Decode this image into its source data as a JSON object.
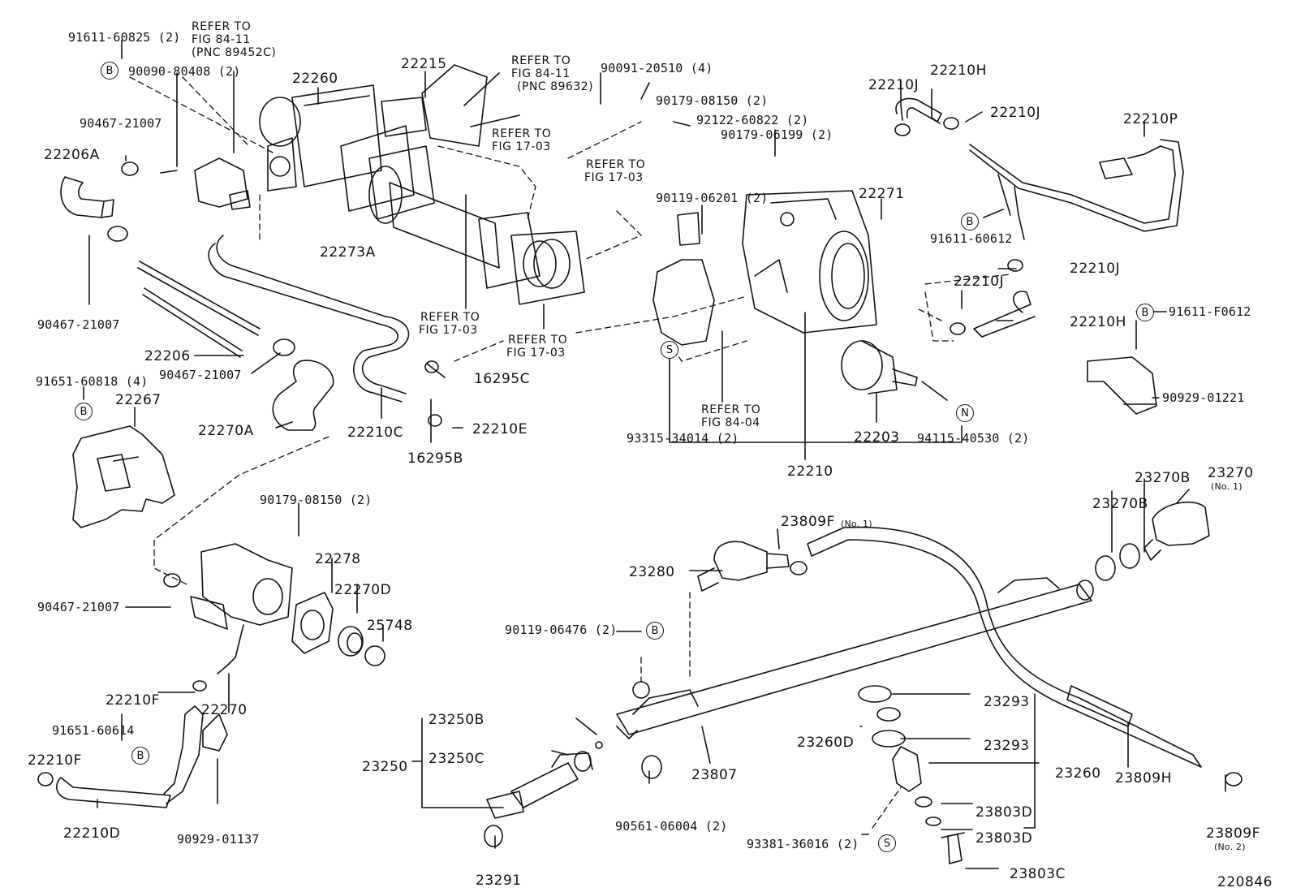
{
  "diagram_id": "220846",
  "labels": {
    "p91611_60825": "91611-60825 (2)",
    "refer_84_11_a": "REFER TO",
    "refer_84_11_a2": "FIG 84-11",
    "refer_84_11_a3": "(PNC 89452C)",
    "p90090": "90090-80408 (2)",
    "p22260": "22260",
    "p22215": "22215",
    "refer_84_11_b": "REFER TO",
    "refer_84_11_b2": "FIG 84-11",
    "refer_84_11_b3": "(PNC 89632)",
    "p90091": "90091-20510 (4)",
    "p90179_08150_top": "90179-08150 (2)",
    "p92122": "92122-60822 (2)",
    "p90179_06199": "90179-06199 (2)",
    "refer_17_03_a": "REFER TO",
    "refer_17_03_a2": "FIG 17-03",
    "refer_17_03_b": "REFER TO",
    "refer_17_03_b2": "FIG 17-03",
    "p22210J_a": "22210J",
    "p22210H_top": "22210H",
    "p22210J_b": "22210J",
    "p22210P": "22210P",
    "p90467_a": "90467-21007",
    "p22206A": "22206A",
    "p22273A": "22273A",
    "p90119_06201": "90119-06201 (2)",
    "p22271": "22271",
    "p91611_60612": "91611-60612",
    "p22210J_c": "22210J",
    "p22210J_d": "22210J",
    "p22210H_b": "22210H",
    "p91611_F0612": "91611-F0612",
    "p90467_b": "90467-21007",
    "refer_17_03_c": "REFER TO",
    "refer_17_03_c2": "FIG 17-03",
    "refer_17_03_d": "REFER TO",
    "refer_17_03_d2": "FIG 17-03",
    "p22206": "22206",
    "p90467_c": "90467-21007",
    "p16295C": "16295C",
    "p91651_60818": "91651-60818 (4)",
    "p22267": "22267",
    "p22270A": "22270A",
    "p22210C": "22210C",
    "p22210E": "22210E",
    "p16295B": "16295B",
    "refer_84_04": "REFER TO",
    "refer_84_04b": "FIG 84-04",
    "p93315": "93315-34014 (2)",
    "p22203": "22203",
    "p94115": "94115-40530 (2)",
    "p90929_01221": "90929-01221",
    "p22210": "22210",
    "p90179_08150_b": "90179-08150 (2)",
    "p22278": "22278",
    "p22270D": "22270D",
    "p25748": "25748",
    "p90467_d": "90467-21007",
    "p23809F_1": "23809F",
    "p23809F_1n": "(No. 1)",
    "p23280": "23280",
    "p23270B_a": "23270B",
    "p23270B_b": "23270B",
    "p23270": "23270",
    "p23270n": "(No. 1)",
    "p90119_06476": "90119-06476 (2)",
    "p22210F_a": "22210F",
    "p22270": "22270",
    "p91651_60614": "91651-60614",
    "p22210F_b": "22210F",
    "p22210D": "22210D",
    "p90929_01137": "90929-01137",
    "p23250B": "23250B",
    "p23250": "23250",
    "p23250C": "23250C",
    "p23291": "23291",
    "p23807": "23807",
    "p90561": "90561-06004 (2)",
    "p23293_a": "23293",
    "p23260D": "23260D",
    "p23293_b": "23293",
    "p23260": "23260",
    "p23803D_a": "23803D",
    "p93381": "93381-36016 (2)",
    "p23803D_b": "23803D",
    "p23803C": "23803C",
    "p23809H": "23809H",
    "p23809F_2": "23809F",
    "p23809F_2n": "(No. 2)"
  },
  "badges": {
    "b1": "B",
    "b2": "B",
    "b3": "B",
    "b4": "B",
    "b5": "B",
    "b6": "B",
    "s1": "S",
    "s2": "S",
    "n1": "N"
  }
}
